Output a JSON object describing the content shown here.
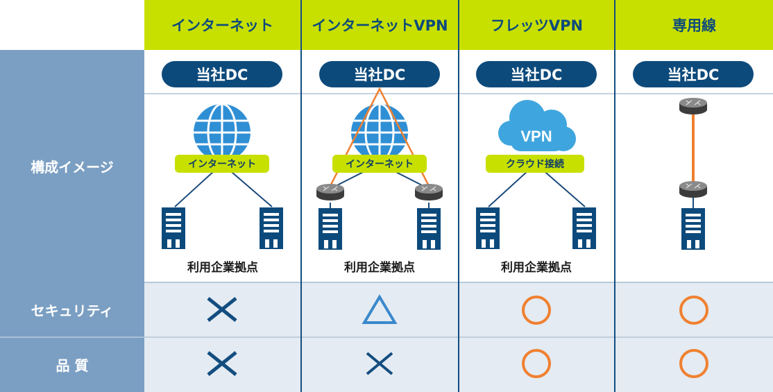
{
  "columns": [
    {
      "title": "インターネット",
      "dc": "当社DC",
      "network_tag": "インターネット",
      "site_label": "利用企業拠点",
      "security": "cross",
      "quality": "cross"
    },
    {
      "title": "インターネットVPN",
      "dc": "当社DC",
      "network_tag": "インターネット",
      "site_label": "利用企業拠点",
      "security": "triangle",
      "quality": "cross"
    },
    {
      "title": "フレッツVPN",
      "dc": "当社DC",
      "network_tag": "クラウド接続",
      "cloud_label": "VPN",
      "site_label": "利用企業拠点",
      "security": "circle",
      "quality": "circle"
    },
    {
      "title": "専用線",
      "dc": "当社DC",
      "security": "circle",
      "quality": "circle"
    }
  ],
  "rows": {
    "image": "構成イメージ",
    "security": "セキュリティ",
    "quality": "品 質"
  },
  "colors": {
    "header_bg": "#c8e000",
    "header_text": "#0d4a7c",
    "row_label_bg": "#7b9fc3",
    "divider": "#134d80",
    "dc_pill": "#0d4a7c",
    "globe": "#2f8fd4",
    "cloud": "#3fa5de",
    "vpn_line": "#f08030",
    "cross": "#134d80",
    "triangle": "#3a88cc",
    "circle": "#f08030"
  },
  "icons": {
    "network": "globe-icon",
    "cloud": "cloud-icon",
    "router": "router-icon",
    "building": "building-icon"
  }
}
